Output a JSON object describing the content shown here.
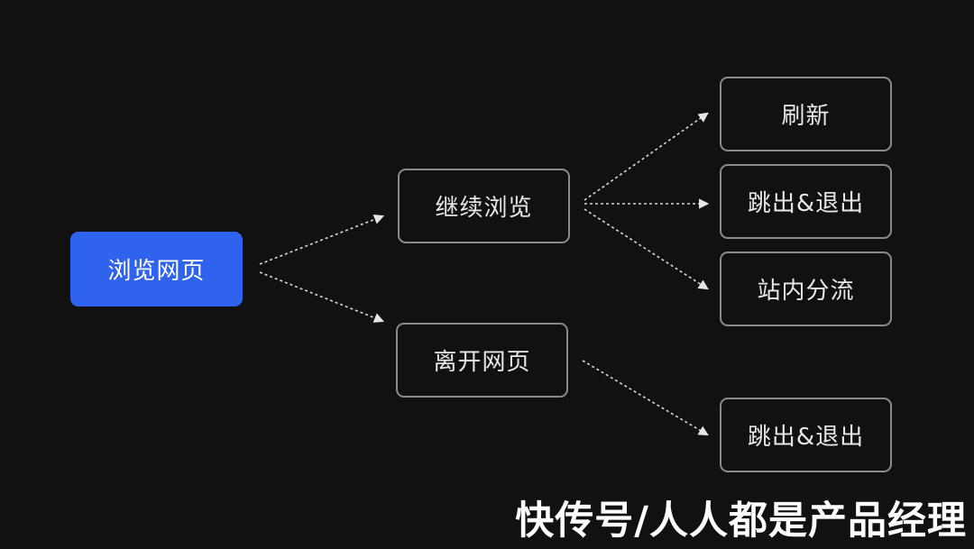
{
  "nodes": {
    "root": "浏览网页",
    "continue_browsing": "继续浏览",
    "leave_page": "离开网页",
    "refresh": "刷新",
    "bounce_exit_1": "跳出&退出",
    "internal_diversion": "站内分流",
    "bounce_exit_2": "跳出&退出"
  },
  "colors": {
    "background": "#111112",
    "root_fill": "#2f63ee",
    "node_border": "#8a8a8a",
    "text": "#e8e8e8",
    "edge": "#d8d8d8"
  },
  "watermark": "快传号/人人都是产品经理"
}
